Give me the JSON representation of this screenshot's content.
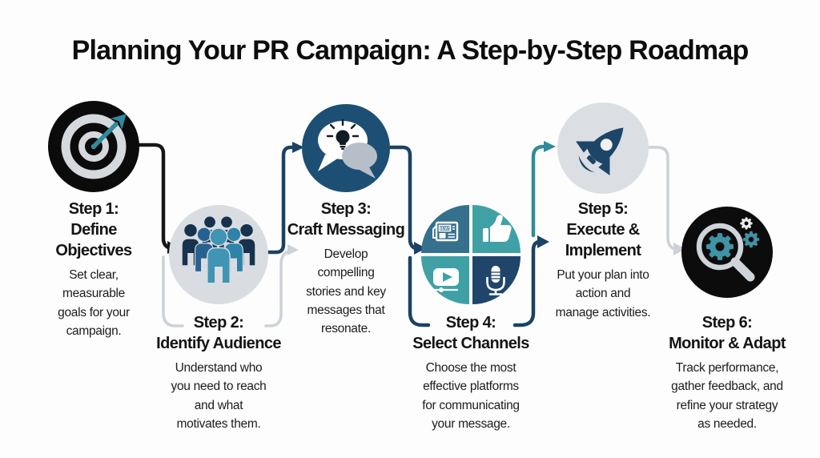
{
  "title": "Planning Your PR Campaign: A Step-by-Step Roadmap",
  "steps": [
    {
      "label": "Step 1:",
      "title": "Define\nObjectives",
      "description": "Set clear,\nmeasurable\ngoals for your\ncampaign.",
      "icon": "target-dart-icon"
    },
    {
      "label": "Step 2:",
      "title": "Identify Audience",
      "description": "Understand who\nyou need to reach\nand what\nmotivates them.",
      "icon": "audience-people-icon"
    },
    {
      "label": "Step 3:",
      "title": "Craft Messaging",
      "description": "Develop\ncompelling\nstories and key\nmessages that\nresonate.",
      "icon": "speech-bubbles-lightbulb-icon"
    },
    {
      "label": "Step 4:",
      "title": "Select Channels",
      "description": "Choose the most\neffective platforms\nfor communicating\nyour message.",
      "icon": "media-channels-icon",
      "news_label": "NEWS"
    },
    {
      "label": "Step 5:",
      "title": "Execute &\nImplement",
      "description": "Put your plan into\naction and\nmanage activities.",
      "icon": "rocket-icon"
    },
    {
      "label": "Step 6:",
      "title": "Monitor & Adapt",
      "description": "Track performance,\ngather feedback, and\nrefine your strategy\nas needed.",
      "icon": "magnifier-gears-icon"
    }
  ],
  "colors": {
    "navy": "#1b4264",
    "teal": "#2e8b9c",
    "black_circle": "#0b0b0b",
    "light_gray_circle": "#d9dde1",
    "connector_gray": "#ccd2d7",
    "quadrant_blue": "#35708d",
    "quadrant_teal": "#3fa1a6",
    "quadrant_navy": "#20456a"
  }
}
